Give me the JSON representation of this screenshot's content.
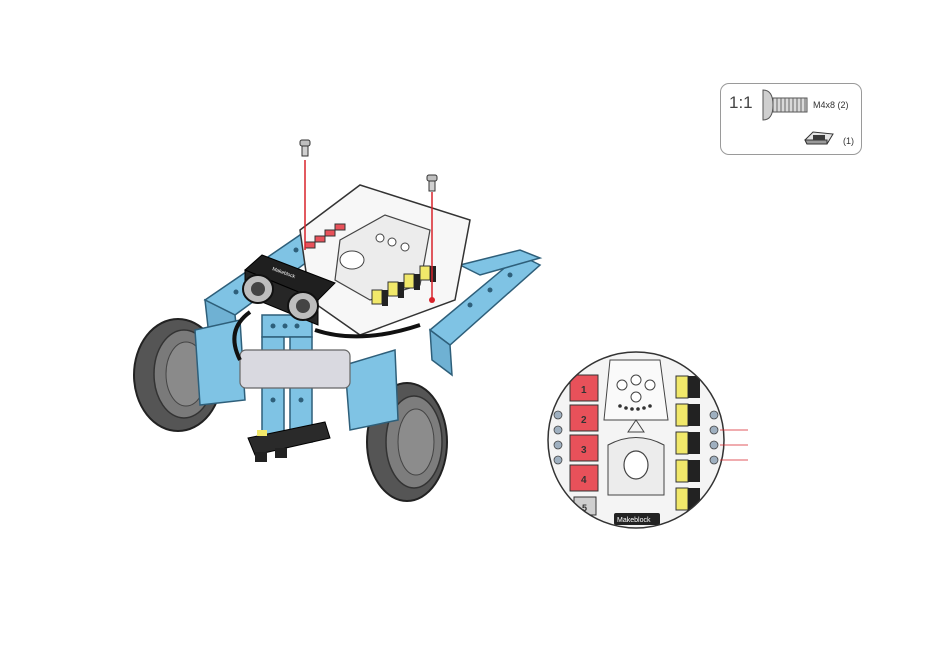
{
  "parts": {
    "scale": "1:1",
    "items": [
      {
        "icon": "screw-icon",
        "label": "M4x8 (2)"
      },
      {
        "icon": "nut-icon",
        "label": "(1)"
      }
    ]
  },
  "robot": {
    "sensor_brand": "Makeblock"
  },
  "detail": {
    "ports": [
      "1",
      "2",
      "3",
      "4",
      "5"
    ],
    "brand": "Makeblock"
  },
  "colors": {
    "frame_blue": "#7fc3e4",
    "port_red": "#e8515a",
    "port_yellow": "#f1e86a",
    "guide_line_red": "#d8232a"
  }
}
